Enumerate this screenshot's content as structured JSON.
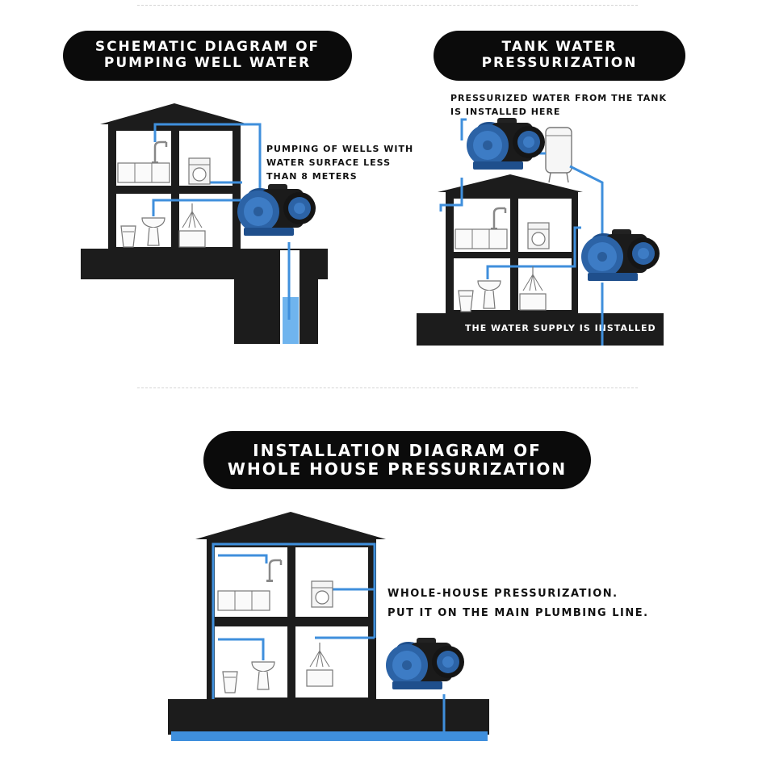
{
  "panels": {
    "well": {
      "title_lines": [
        "SCHEMATIC DIAGRAM OF",
        "PUMPING WELL WATER"
      ],
      "note_lines": [
        "PUMPING OF WELLS WITH",
        "WATER SURFACE LESS",
        "THAN 8 METERS"
      ]
    },
    "tank": {
      "title_lines": [
        "TANK WATER",
        "PRESSURIZATION"
      ],
      "note_lines": [
        "PRESSURIZED WATER FROM THE TANK",
        "IS INSTALLED HERE"
      ],
      "base_label": "THE WATER SUPPLY IS INSTALLED"
    },
    "whole_house": {
      "title_lines": [
        "INSTALLATION DIAGRAM OF",
        "WHOLE HOUSE PRESSURIZATION"
      ],
      "note_lines": [
        "WHOLE-HOUSE PRESSURIZATION.",
        "PUT IT ON THE MAIN PLUMBING LINE."
      ]
    }
  },
  "colors": {
    "pipe": "#3f8fdc",
    "pump_body": "#2c63a6",
    "structure": "#1c1c1c",
    "water": "#6fb4ee"
  },
  "icons": [
    "water-pump-icon",
    "water-tank-icon",
    "faucet-icon",
    "washing-machine-icon",
    "toilet-icon",
    "sink-icon",
    "shower-icon"
  ]
}
